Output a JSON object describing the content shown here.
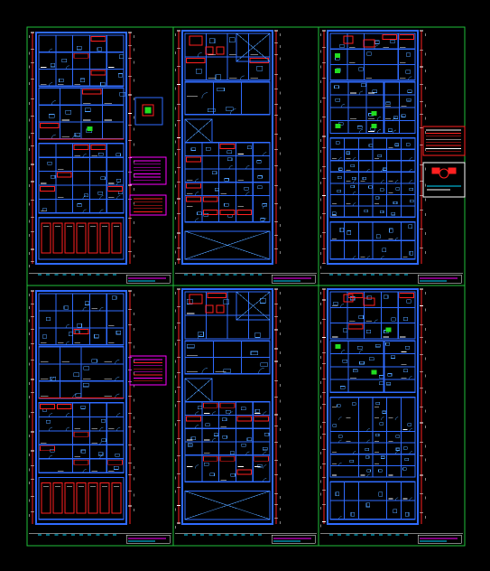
{
  "drawing": {
    "background": "#000000",
    "colors": {
      "frame": "#1fbf3a",
      "wall": "#2f6bff",
      "wall_light": "#4fa0ff",
      "cyan": "#00d8ff",
      "red": "#ff2020",
      "magenta": "#ff00ff",
      "white": "#ffffff",
      "yellow": "#ffe000",
      "green": "#22dd22"
    },
    "sheets": [
      {
        "row": 0,
        "col": 0,
        "variant": "ground-floor",
        "legend": true
      },
      {
        "row": 0,
        "col": 1,
        "variant": "mid-floor",
        "legend": false
      },
      {
        "row": 0,
        "col": 2,
        "variant": "upper-floor",
        "legend": true
      },
      {
        "row": 1,
        "col": 0,
        "variant": "ground-floor",
        "legend": true
      },
      {
        "row": 1,
        "col": 1,
        "variant": "mid-floor",
        "legend": false
      },
      {
        "row": 1,
        "col": 2,
        "variant": "upper-floor",
        "legend": false
      }
    ]
  }
}
